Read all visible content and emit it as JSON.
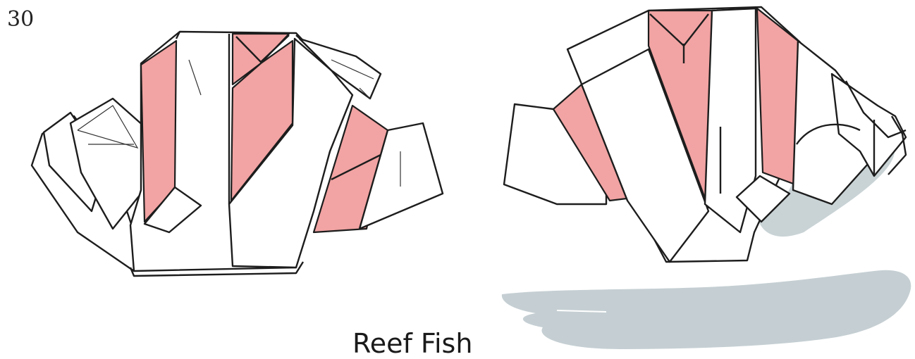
{
  "step": {
    "number": "30"
  },
  "caption": {
    "text": "Reef Fish"
  },
  "colors": {
    "paper_front": "#f2a3a3",
    "paper_back": "#ffffff",
    "shadow": "#c5cfd3",
    "line": "#1d1d1d"
  },
  "figures": {
    "left": "folded-model-before",
    "right": "folded-reef-fish-result"
  }
}
